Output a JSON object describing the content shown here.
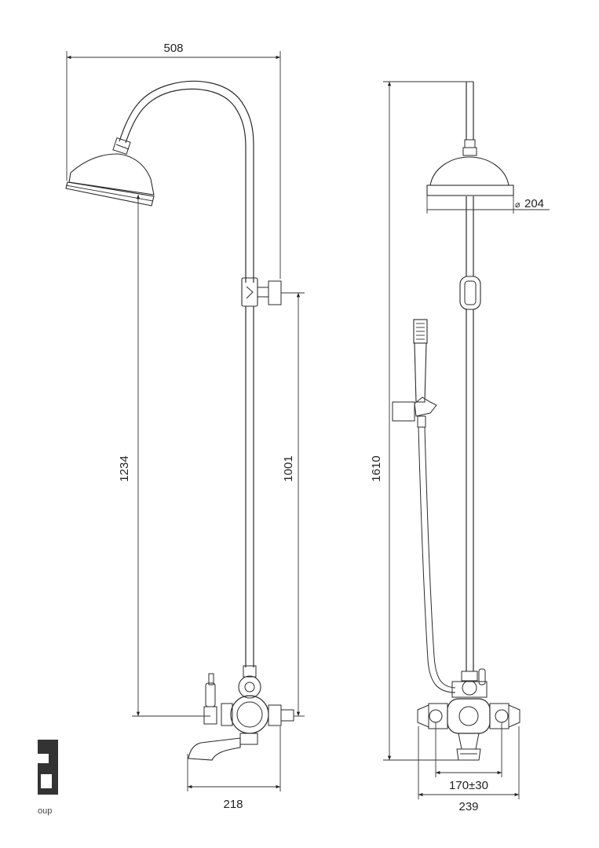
{
  "drawing": {
    "dimensions": {
      "front_width": "508",
      "front_height_head": "1234",
      "front_height_bracket": "1001",
      "front_spout": "218",
      "side_head_diameter_symbol": "⌀",
      "side_head_diameter": "204",
      "side_total_height": "1610",
      "side_inlet_spacing": "170±30",
      "side_body_width": "239"
    },
    "logo": {
      "text": "oup"
    }
  }
}
